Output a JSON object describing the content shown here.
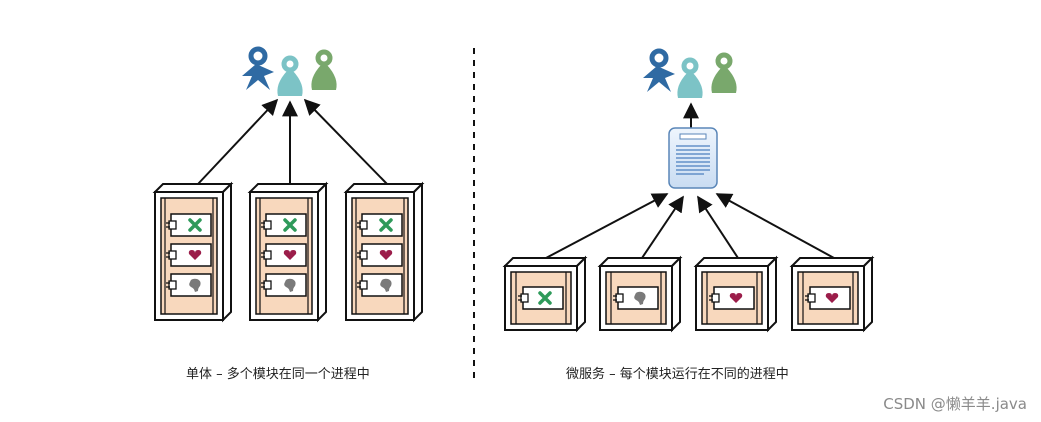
{
  "left_caption": "单体 – 多个模块在同一个进程中",
  "right_caption": "微服务 – 每个模块运行在不同的进程中",
  "watermark": "CSDN @懒羊羊.java",
  "colors": {
    "user_dark_blue": "#2f6aa3",
    "user_teal": "#7cc3c6",
    "user_green": "#79a86c",
    "module_peach": "#f8d8bd",
    "green_x": "#2e9a5a",
    "heart": "#9b1d4a",
    "grey_shape": "#7a7a7a",
    "server_blue": "#d6e6f7"
  },
  "icons": [
    "user-star-icon",
    "user-pin-icon",
    "user-pin-icon",
    "document-server-icon",
    "puzzle-x-icon",
    "heart-icon",
    "blob-icon"
  ]
}
